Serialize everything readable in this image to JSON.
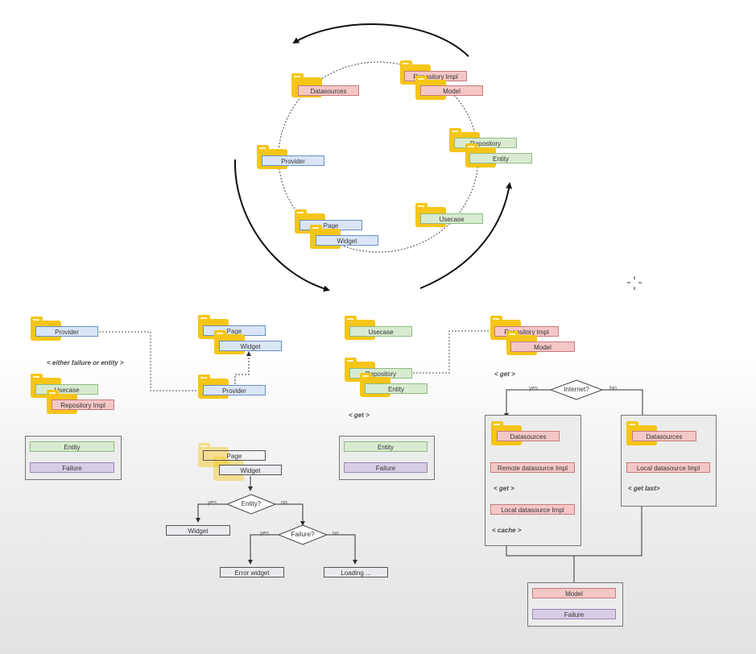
{
  "labels": {
    "datasources": "Datasources",
    "repository_impl": "Repository Impl",
    "model": "Model",
    "repository": "Repository",
    "entity": "Entity",
    "usecase": "Usecase",
    "provider": "Provider",
    "page": "Page",
    "widget": "Widget",
    "failure": "Failure",
    "remote_datasource_impl": "Remote datasource Impl",
    "local_datasource_impl": "Local datasource Impl",
    "error_widget": "Error widget",
    "loading": "Loading ..."
  },
  "decisions": {
    "internet": "Internet?",
    "entity": "Entity?",
    "failure": "Failure?"
  },
  "branches": {
    "yes": "yes",
    "no_upper": "No",
    "no_lower": "no"
  },
  "notes": {
    "either": "< either failure or entity >",
    "get": "< get >",
    "get_last": "< get last>",
    "cache": "< cache >"
  },
  "colors": {
    "folder": "#f5c518",
    "data_layer": "#f4c7c6",
    "domain_layer": "#d8ebd1",
    "presentation_layer": "#dae6f7",
    "failure": "#d8cde6"
  }
}
